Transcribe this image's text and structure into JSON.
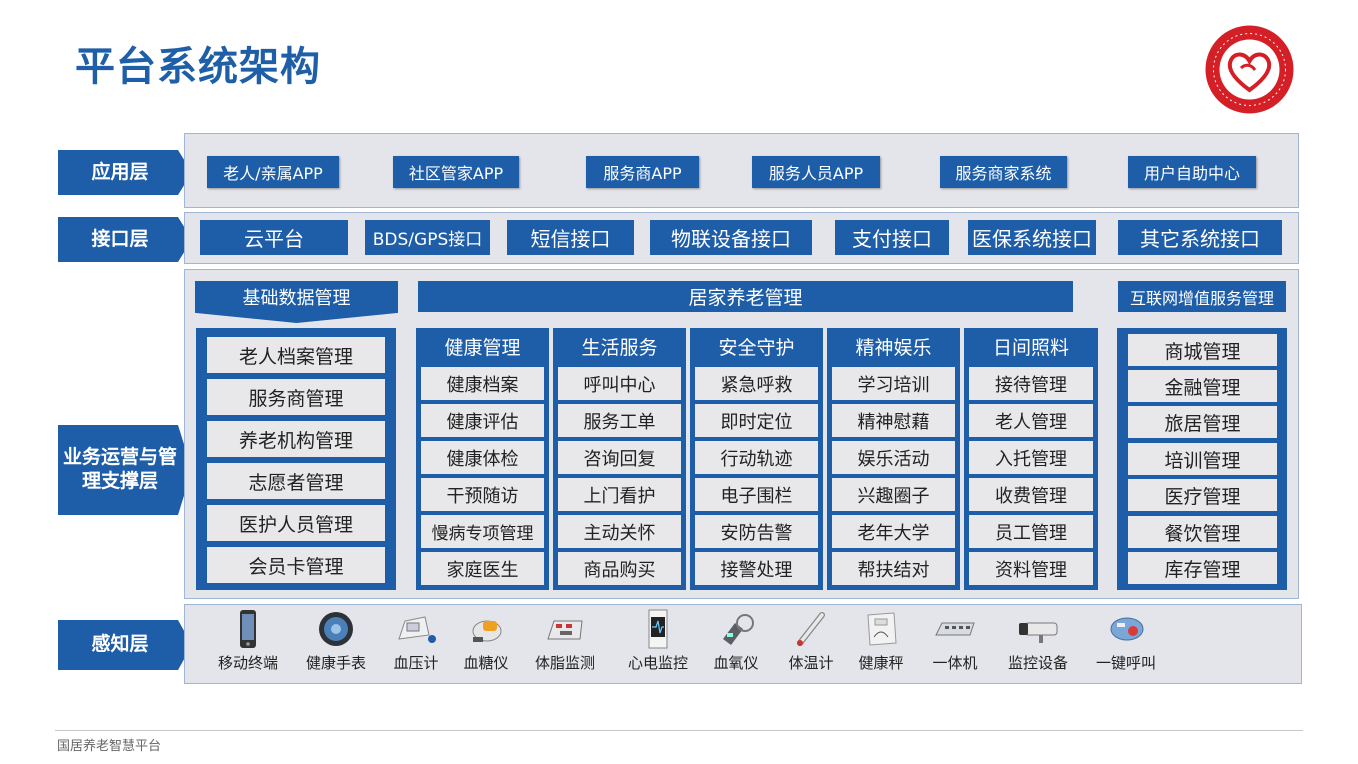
{
  "title": "平台系统架构",
  "footer": "国居养老智慧平台",
  "layers": {
    "app": "应用层",
    "interface": "接口层",
    "business": "业务运营与管理支撑层",
    "perception": "感知层"
  },
  "app_items": [
    "老人/亲属APP",
    "社区管家APP",
    "服务商APP",
    "服务人员APP",
    "服务商家系统",
    "用户自助中心"
  ],
  "interface_items": [
    "云平台",
    "BDS/GPS接口",
    "短信接口",
    "物联设备接口",
    "支付接口",
    "医保系统接口",
    "其它系统接口"
  ],
  "basic": {
    "title": "基础数据管理",
    "items": [
      "老人档案管理",
      "服务商管理",
      "养老机构管理",
      "志愿者管理",
      "医护人员管理",
      "会员卡管理"
    ]
  },
  "home": {
    "title": "居家养老管理",
    "columns": [
      {
        "head": "健康管理",
        "items": [
          "健康档案",
          "健康评估",
          "健康体检",
          "干预随访",
          "慢病专项管理",
          "家庭医生"
        ]
      },
      {
        "head": "生活服务",
        "items": [
          "呼叫中心",
          "服务工单",
          "咨询回复",
          "上门看护",
          "主动关怀",
          "商品购买"
        ]
      },
      {
        "head": "安全守护",
        "items": [
          "紧急呼救",
          "即时定位",
          "行动轨迹",
          "电子围栏",
          "安防告警",
          "接警处理"
        ]
      },
      {
        "head": "精神娱乐",
        "items": [
          "学习培训",
          "精神慰藉",
          "娱乐活动",
          "兴趣圈子",
          "老年大学",
          "帮扶结对"
        ]
      },
      {
        "head": "日间照料",
        "items": [
          "接待管理",
          "老人管理",
          "入托管理",
          "收费管理",
          "员工管理",
          "资料管理"
        ]
      }
    ]
  },
  "internet": {
    "title": "互联网增值服务管理",
    "items": [
      "商城管理",
      "金融管理",
      "旅居管理",
      "培训管理",
      "医疗管理",
      "餐饮管理",
      "库存管理"
    ]
  },
  "devices": [
    {
      "label": "移动终端",
      "icon": "phone-icon"
    },
    {
      "label": "健康手表",
      "icon": "watch-icon"
    },
    {
      "label": "血压计",
      "icon": "blood-pressure-icon"
    },
    {
      "label": "血糖仪",
      "icon": "glucose-meter-icon"
    },
    {
      "label": "体脂监测",
      "icon": "body-fat-scale-icon"
    },
    {
      "label": "心电监控",
      "icon": "ecg-monitor-icon"
    },
    {
      "label": "血氧仪",
      "icon": "oximeter-icon"
    },
    {
      "label": "体温计",
      "icon": "thermometer-icon"
    },
    {
      "label": "健康秤",
      "icon": "health-scale-icon"
    },
    {
      "label": "一体机",
      "icon": "all-in-one-icon"
    },
    {
      "label": "监控设备",
      "icon": "camera-icon"
    },
    {
      "label": "一键呼叫",
      "icon": "call-button-icon"
    }
  ],
  "colors": {
    "primary": "#1e5da8",
    "title": "#1f5fa8",
    "band": "#e3e5ea",
    "cell": "#e8e8ea",
    "logo": "#d41f26"
  }
}
